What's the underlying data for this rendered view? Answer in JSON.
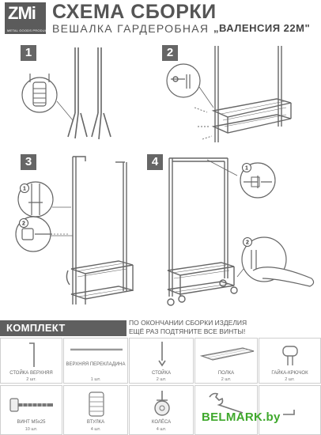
{
  "brand": {
    "logo_text": "ZMi",
    "logo_tagline": "METAL GOODS PRODUCTION"
  },
  "header": {
    "title": "СХЕМА СБОРКИ",
    "subtitle": "ВЕШАЛКА ГАРДЕРОБНАЯ",
    "model": "„ВАЛЕНСИЯ 22М\""
  },
  "steps": [
    {
      "number": "1"
    },
    {
      "number": "2"
    },
    {
      "number": "3",
      "callouts": [
        "1",
        "2"
      ]
    },
    {
      "number": "4",
      "callouts": [
        "1",
        "2"
      ]
    }
  ],
  "kit": {
    "title": "КОМПЛЕКТ ПОСТАВКИ",
    "notice_line1": "ПО ОКОНЧАНИИ СБОРКИ ИЗДЕЛИЯ",
    "notice_line2": "ЕЩЁ РАЗ ПОДТЯНИТЕ ВСЕ ВИНТЫ!",
    "items": [
      {
        "label": "СТОЙКА ВЕРХНЯЯ",
        "qty": "2 шт."
      },
      {
        "label": "ВЕРХНЯЯ ПЕРЕКЛАДИНА",
        "qty": "1 шт."
      },
      {
        "label": "СТОЙКА",
        "qty": "2 шт."
      },
      {
        "label": "ПОЛКА",
        "qty": "2 шт."
      },
      {
        "label": "ГАЙКА-КРЮЧОК",
        "qty": "2 шт."
      },
      {
        "label": "ВИНТ М5х25",
        "qty": "10 шт."
      },
      {
        "label": "ВТУЛКА",
        "qty": "4 шт."
      },
      {
        "label": "КОЛЁСА",
        "qty": "4 шт."
      }
    ]
  },
  "watermark": "BELMARK.by"
}
